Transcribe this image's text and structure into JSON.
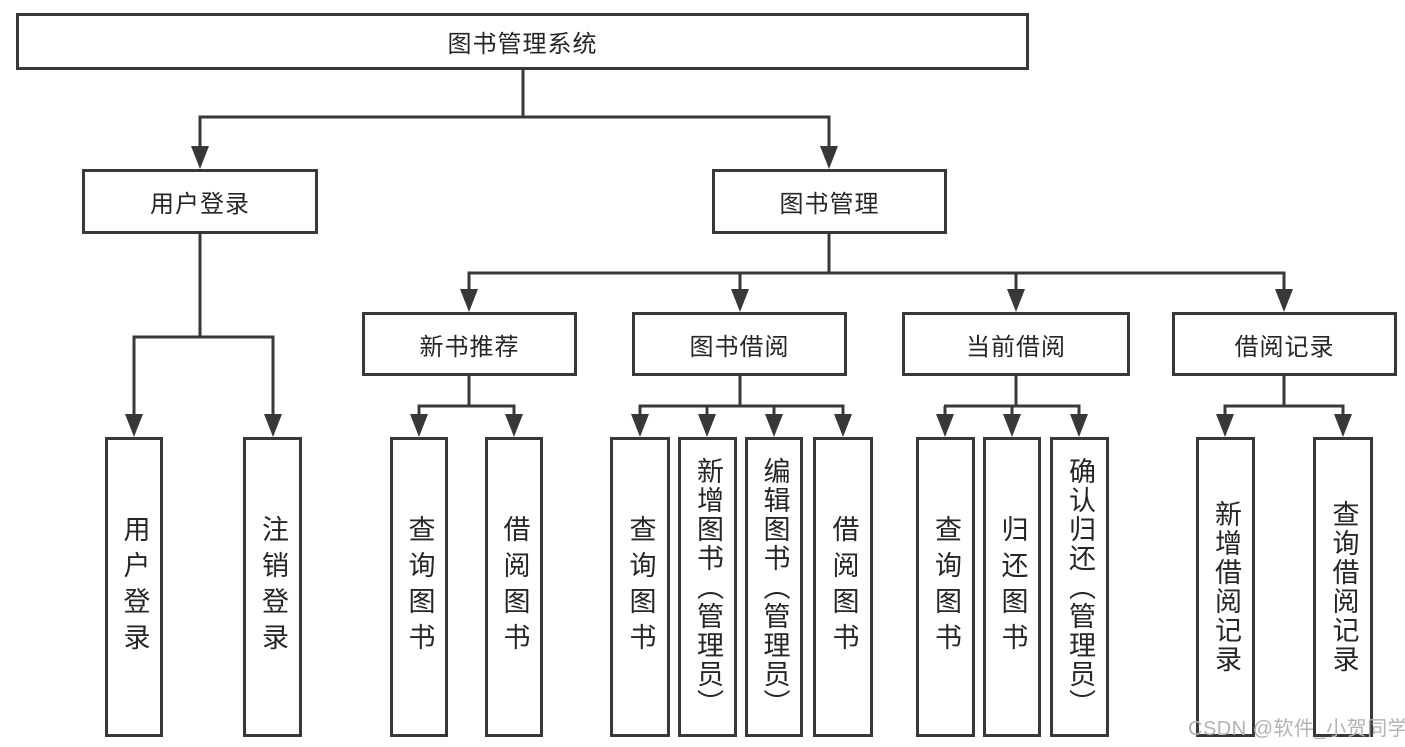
{
  "title": "图书管理系统",
  "nodes": {
    "user_login": "用户登录",
    "book_management": "图书管理",
    "new_book_recommend": "新书推荐",
    "book_borrowing": "图书借阅",
    "current_borrowing": "当前借阅",
    "borrowing_records": "借阅记录"
  },
  "leaves": {
    "user_login": "用户登录",
    "logout": "注销登录",
    "recommend_query_book": "查询图书",
    "recommend_borrow_book": "借阅图书",
    "borrowing_query_book": "查询图书",
    "borrowing_add_book": "新增图书（管理员）",
    "borrowing_edit_book": "编辑图书（管理员）",
    "borrowing_borrow_book": "借阅图书",
    "current_query_book": "查询图书",
    "current_return_book": "归还图书",
    "current_confirm_return": "确认归还（管理员）",
    "records_add_record": "新增借阅记录",
    "records_query_record": "查询借阅记录"
  },
  "watermark": "CSDN @软件_小贺同学",
  "colors": {
    "line": "#383838",
    "text": "#262626",
    "background": "#ffffff",
    "watermark": "#b3b3b3"
  }
}
